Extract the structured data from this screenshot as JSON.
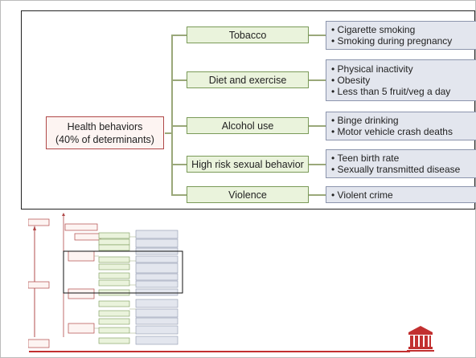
{
  "diagram": {
    "root": {
      "line1": "Health behaviors",
      "line2": "(40% of determinants)"
    },
    "categories": [
      {
        "label": "Tobacco",
        "details": [
          "Cigarette smoking",
          "Smoking during pregnancy"
        ]
      },
      {
        "label": "Diet and exercise",
        "details": [
          "Physical inactivity",
          "Obesity",
          "Less than 5 fruit/veg a day"
        ]
      },
      {
        "label": "Alcohol use",
        "details": [
          "Binge drinking",
          "Motor vehicle crash deaths"
        ]
      },
      {
        "label": "High risk sexual behavior",
        "details": [
          "Teen birth rate",
          "Sexually transmitted disease"
        ]
      },
      {
        "label": "Violence",
        "details": [
          "Violent crime"
        ]
      }
    ]
  },
  "colors": {
    "root_border": "#b04848",
    "category_border": "#7a9a58",
    "category_fill": "#eaf3dc",
    "detail_fill": "#e3e6ee",
    "connector": "#9aa87a",
    "footer_line": "#c23030"
  },
  "icons": {
    "thumbnail": "full-model-thumbnail",
    "logo": "institution-crest-icon"
  }
}
